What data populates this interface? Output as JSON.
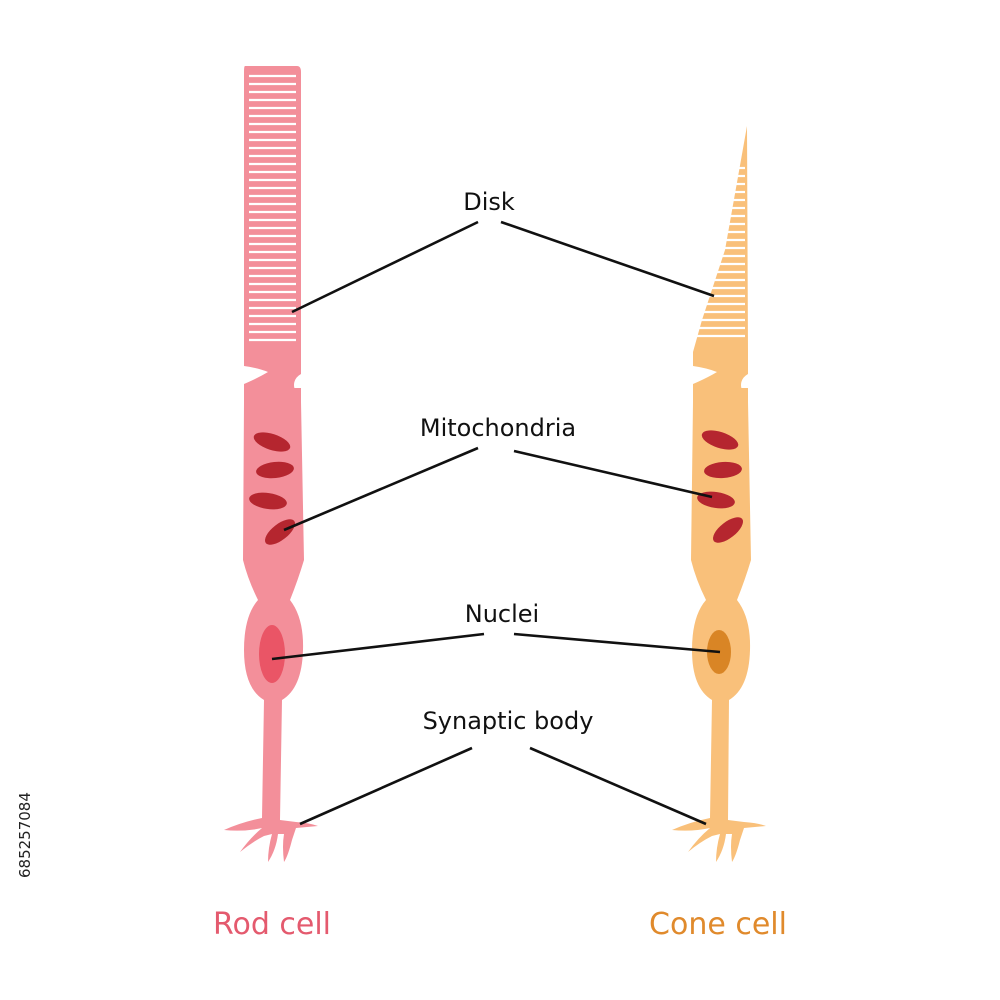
{
  "labels": {
    "disk": "Disk",
    "mitochondria": "Mitochondria",
    "nuclei": "Nuclei",
    "synaptic_body": "Synaptic body"
  },
  "captions": {
    "rod": "Rod cell",
    "cone": "Cone cell"
  },
  "stock_id": "685257084",
  "colors": {
    "rod_body": "#f38f9a",
    "rod_nucleus": "#ea5566",
    "cone_body": "#f9c07a",
    "cone_nucleus": "#d98525",
    "mitochondria": "#b5262f",
    "rod_caption": "#e45a6e",
    "cone_caption": "#e08a2c"
  }
}
